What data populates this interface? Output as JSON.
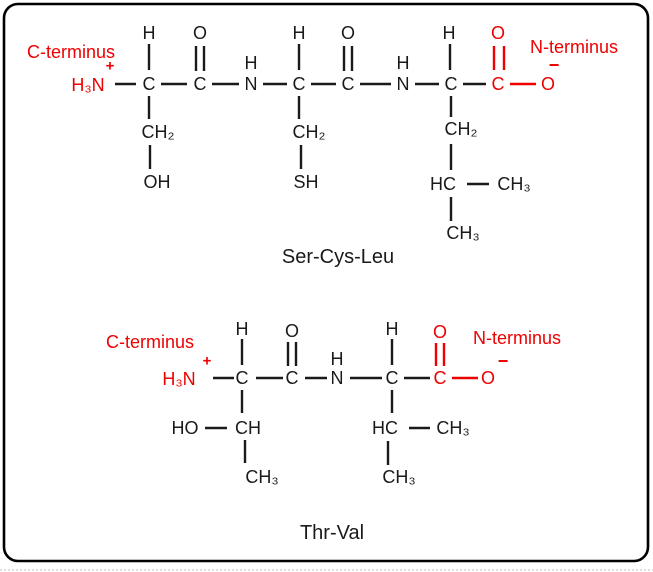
{
  "colors": {
    "structure": "#1a1a1a",
    "accent_red": "#ee0000",
    "border": "#000000",
    "background": "#ffffff",
    "bottom_rule": "#c9c9c9"
  },
  "glyphs": {
    "H": "H",
    "C": "C",
    "N": "N",
    "O": "O",
    "H3N": "H₃N",
    "CH2": "CH₂",
    "CH3": "CH₃",
    "CH": "CH",
    "HC": "HC",
    "OH": "OH",
    "HO": "HO",
    "SH": "SH",
    "plus": "+",
    "minus": "−"
  },
  "labels": {
    "c_terminus": "C-terminus",
    "n_terminus": "N-terminus"
  },
  "captions": {
    "top_structure": "Ser-Cys-Leu",
    "bottom_structure": "Thr-Val"
  }
}
